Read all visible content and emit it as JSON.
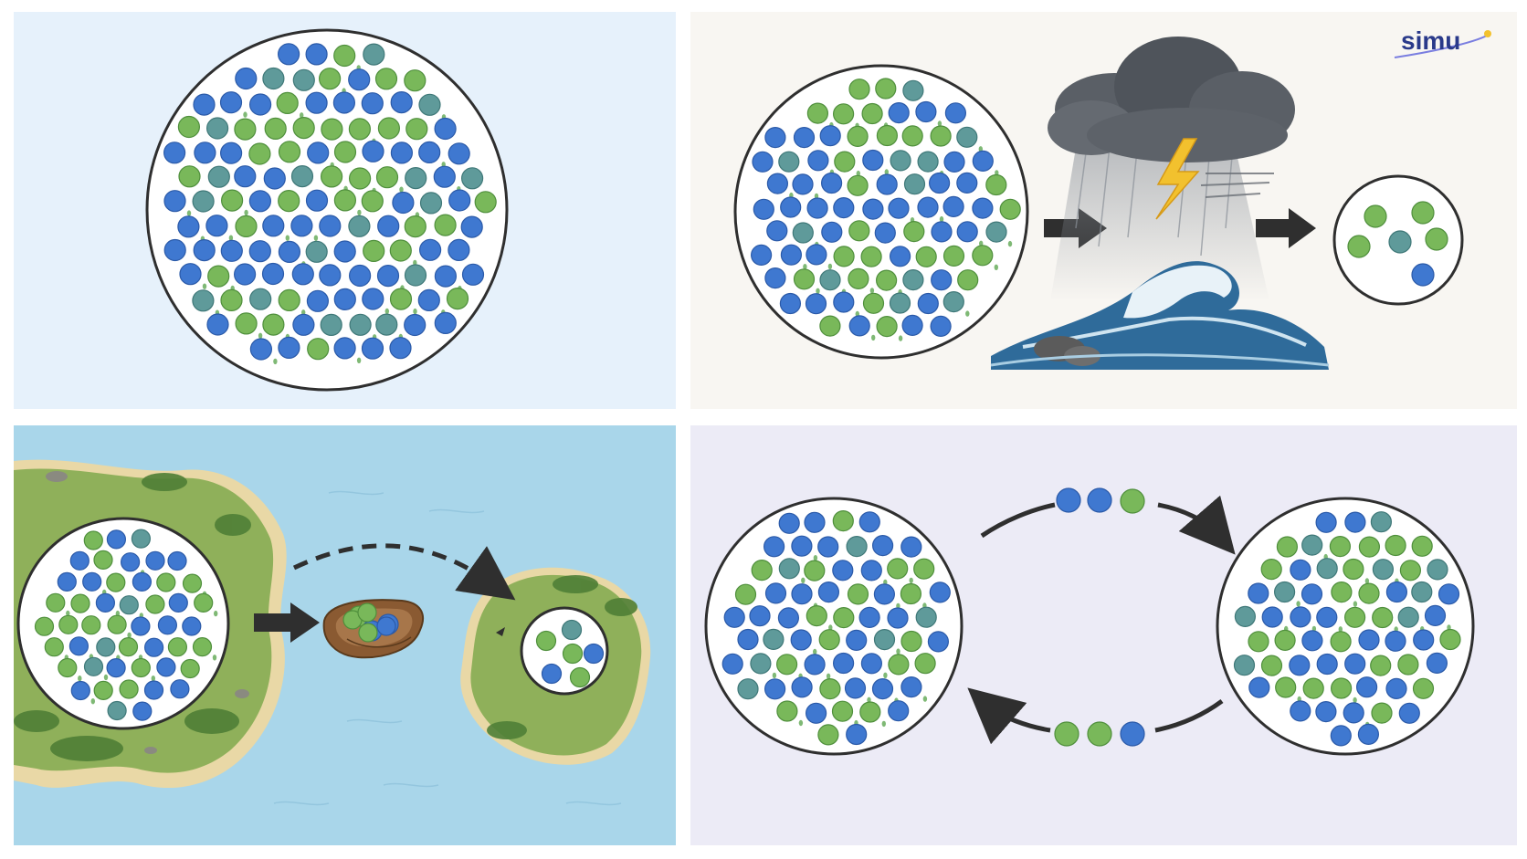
{
  "logo": {
    "text": "simu"
  },
  "panels": [
    {
      "id": "large-population",
      "background": "#e6f1fb"
    },
    {
      "id": "bottleneck",
      "background": "#f8f6f2"
    },
    {
      "id": "founder-effect",
      "background": "#e6f2f1"
    },
    {
      "id": "gene-flow",
      "background": "#ecebf6"
    }
  ],
  "colors": {
    "allele_blue": "#3f78d0",
    "allele_green": "#79b85a",
    "allele_teal": "#5f9a9a",
    "arrow": "#2f2f2f",
    "sea": "#a9d6ea",
    "land": "#8fb05a",
    "sand": "#e9d8a6",
    "cloud": "#5a5f66",
    "lightning": "#f2c12e",
    "wave": "#2f6b9a",
    "boat": "#8a5a32"
  },
  "bottleneck_survivors": [
    "green",
    "green",
    "green",
    "teal",
    "green",
    "blue"
  ],
  "founders": [
    "green",
    "blue",
    "blue"
  ],
  "founder_island_population": [
    "teal",
    "green",
    "blue",
    "green",
    "blue",
    "green"
  ],
  "migration_top": [
    "blue",
    "blue",
    "green"
  ],
  "migration_bottom": [
    "green",
    "green",
    "blue"
  ]
}
